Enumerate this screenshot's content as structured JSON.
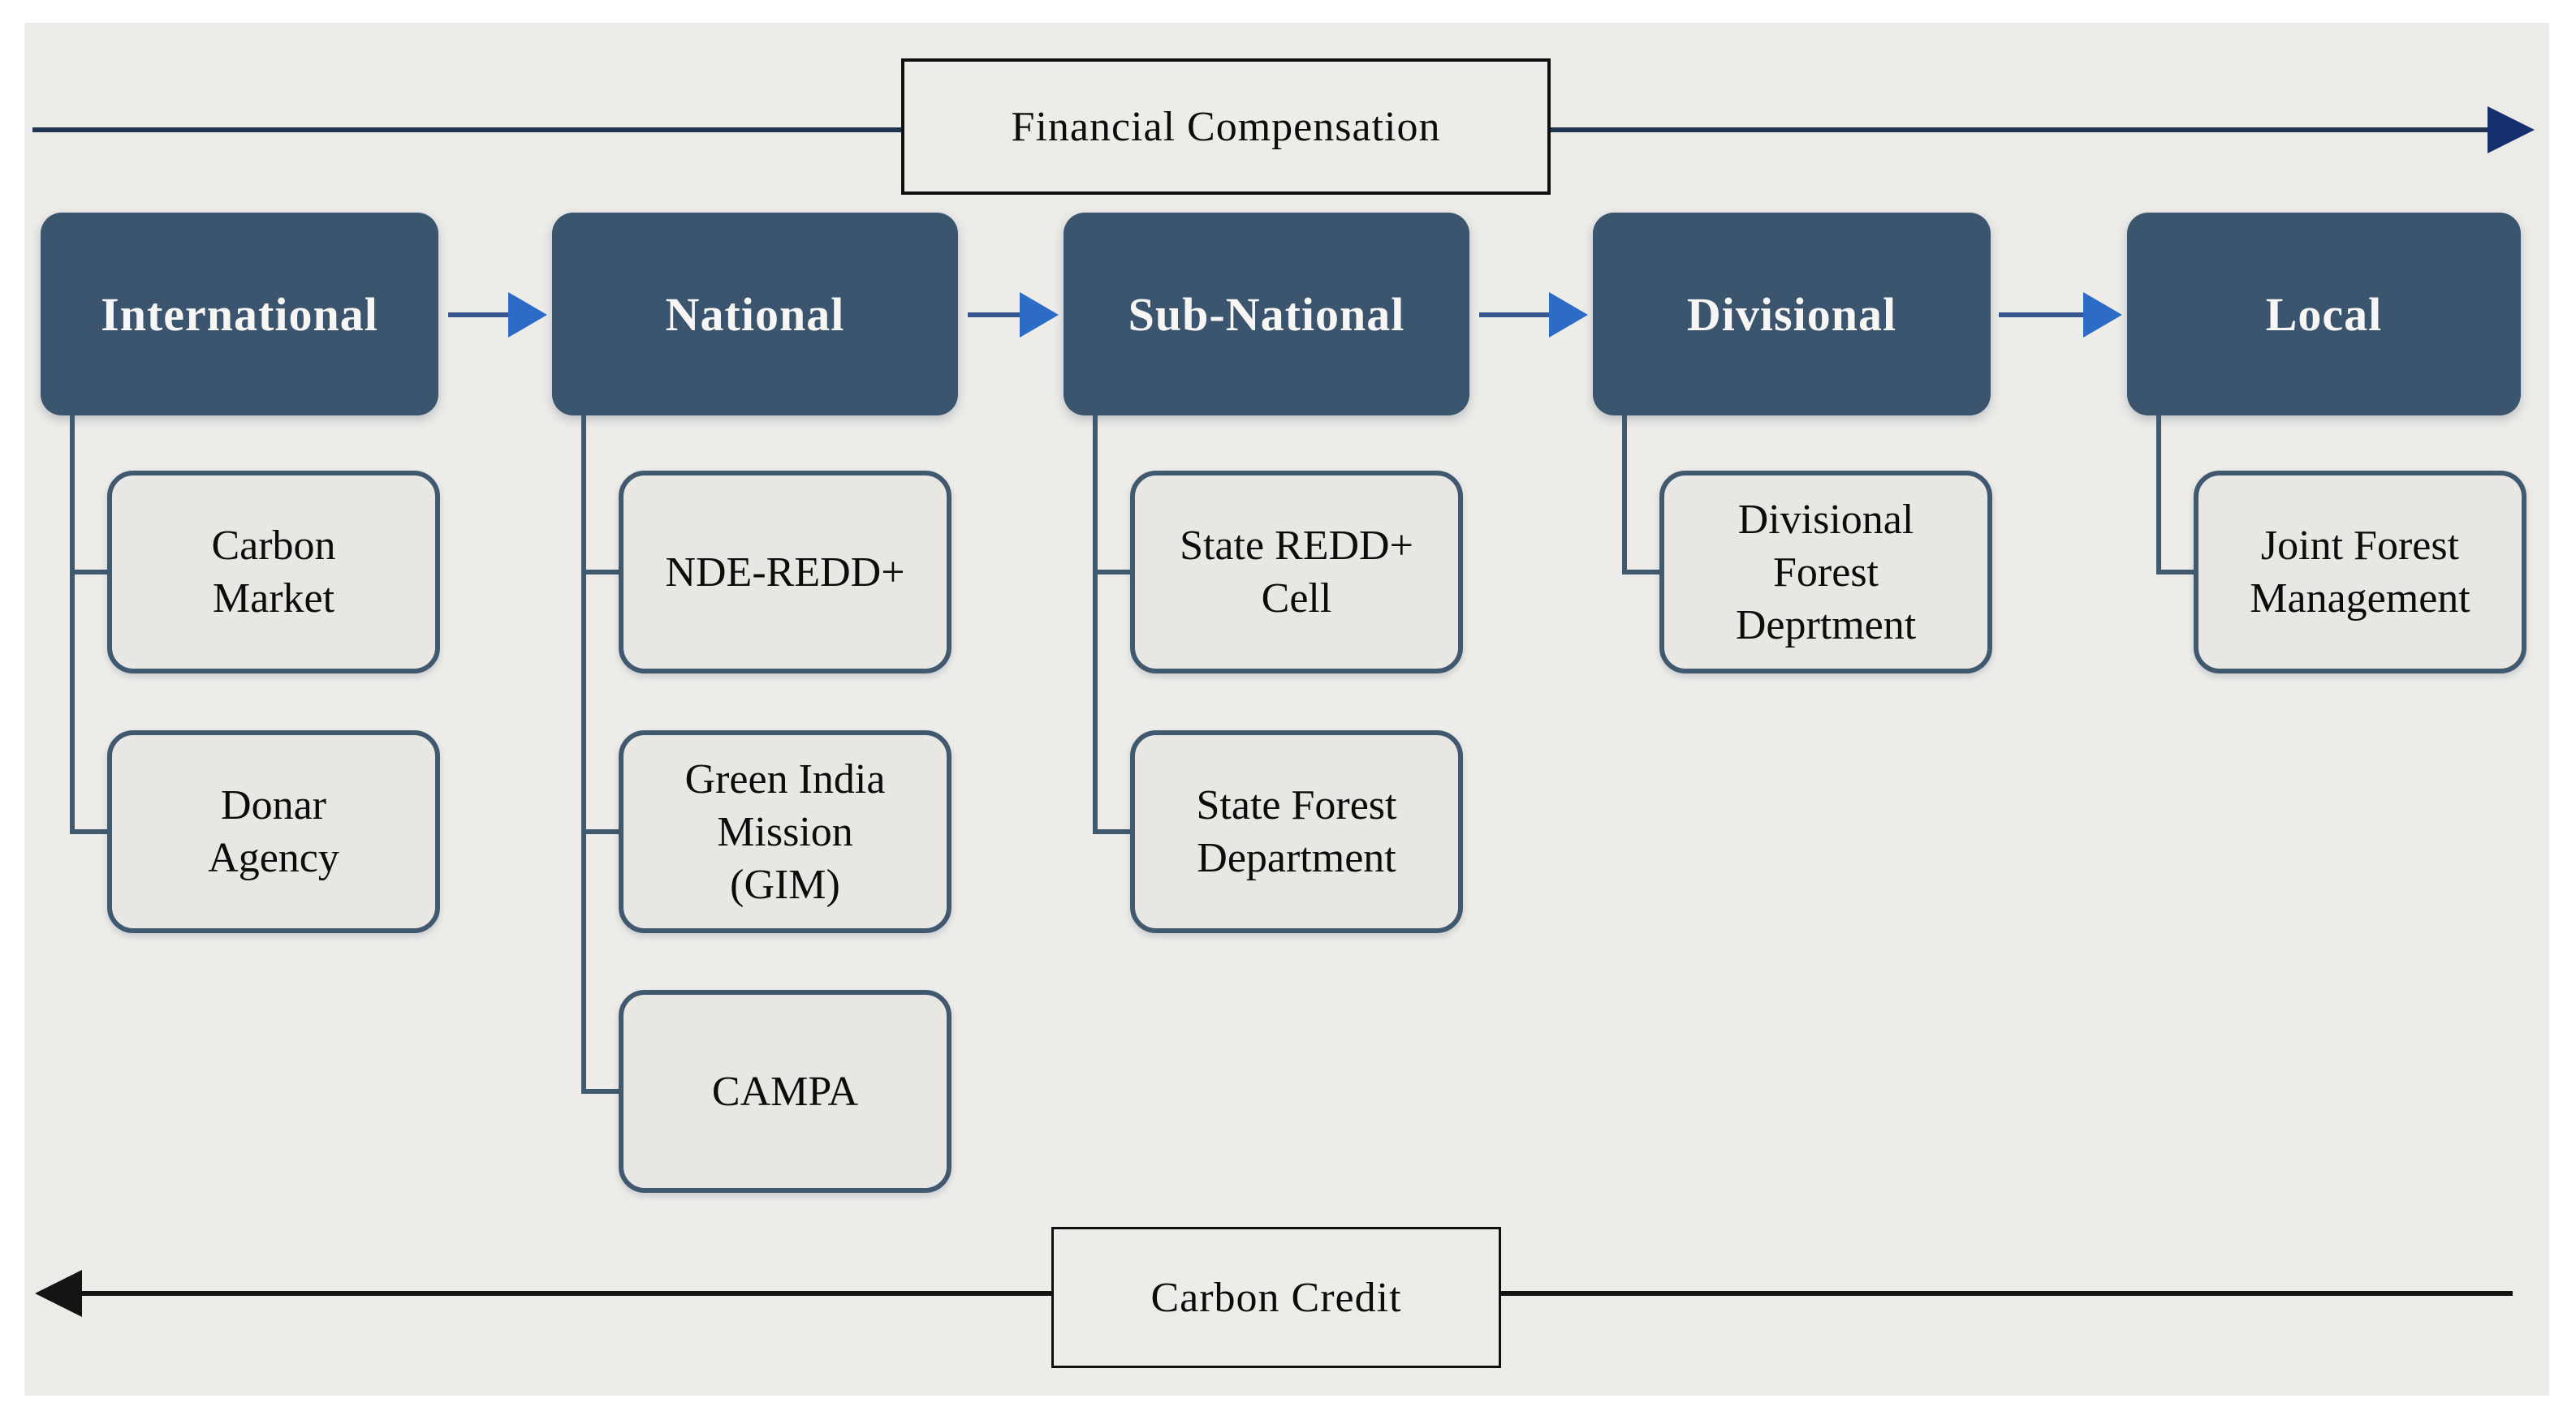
{
  "top_flow": {
    "label": "Financial Compensation",
    "direction": "left-to-right"
  },
  "bottom_flow": {
    "label": "Carbon Credit",
    "direction": "right-to-left"
  },
  "levels": [
    {
      "label": "International",
      "children": [
        "Carbon\nMarket",
        "Donar\nAgency"
      ]
    },
    {
      "label": "National",
      "children": [
        "NDE-REDD+",
        "Green India\nMission\n(GIM)",
        "CAMPA"
      ]
    },
    {
      "label": "Sub-National",
      "children": [
        "State REDD+\nCell",
        "State Forest\nDepartment"
      ]
    },
    {
      "label": "Divisional",
      "children": [
        "Divisional\nForest\nDeprtment"
      ]
    },
    {
      "label": "Local",
      "children": [
        "Joint Forest\nManagement"
      ]
    }
  ],
  "colors": {
    "panel_bg": "#EDECE9",
    "header_fill": "#3B556F",
    "header_text": "#F7F6F4",
    "child_fill": "#E9E7E4",
    "box_border": "#41596F",
    "link_line": "#35568F",
    "link_arrow": "#2C6CC6",
    "flow_top_line": "#1F3450",
    "flow_top_head": "#16306E",
    "flow_bottom": "#141414",
    "label_border": "#0F0F0F"
  }
}
